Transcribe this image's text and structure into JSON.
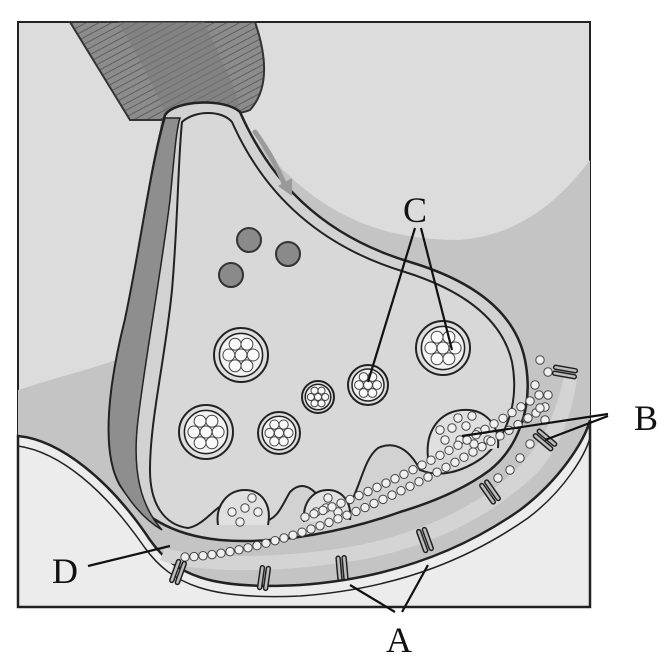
{
  "labels": {
    "A": "A",
    "B": "B",
    "C": "C",
    "D": "D"
  },
  "colors": {
    "background_panel": "#c8c8c8",
    "postsynaptic_cell": "#b4b4b4",
    "terminal_fill": "#d6d6d6",
    "membrane_stroke": "#222222",
    "myelin_dark": "#8e8e8e",
    "axon_stripes": "#6a6a6a",
    "mitochondria": "#8a8a8a",
    "cleft": "#e2e2e2",
    "label_text": "#111111"
  },
  "icons": {
    "flow_arrow": "curved-arrow-icon"
  }
}
